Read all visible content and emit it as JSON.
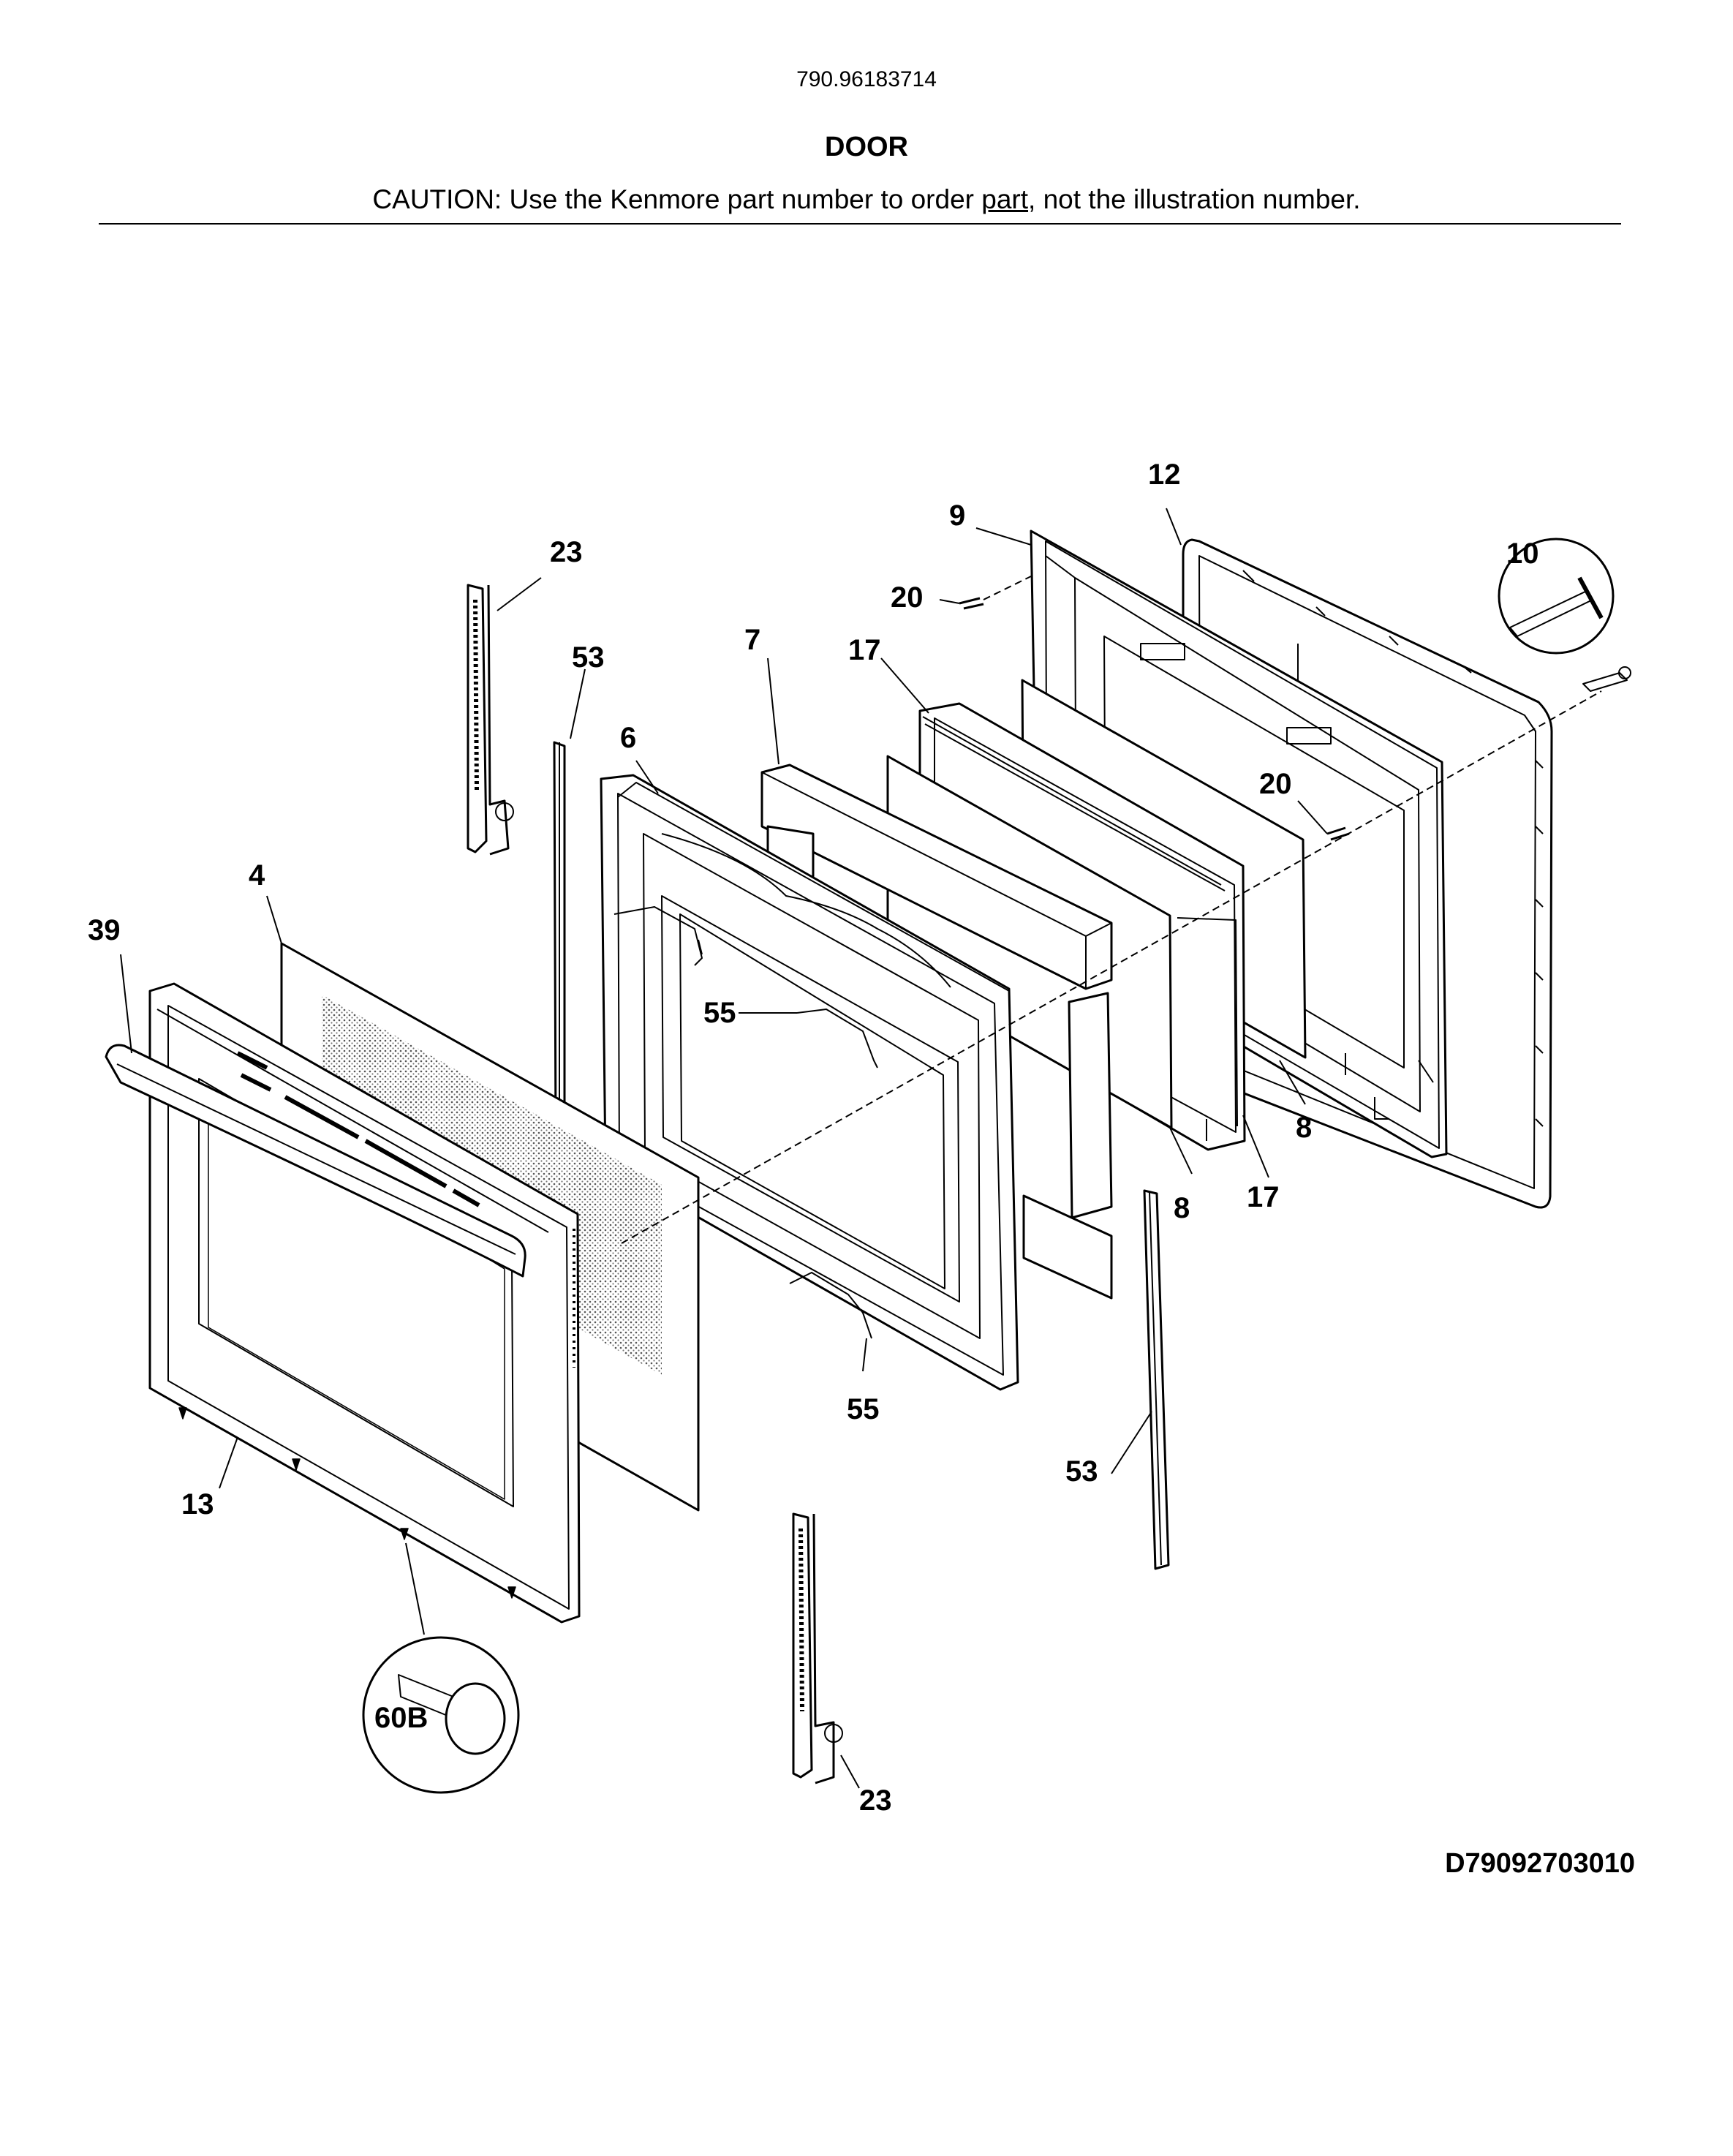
{
  "header": {
    "model_number": "790.96183714",
    "title": "DOOR",
    "caution_prefix": "CAUTION: Use the Kenmore part number to order ",
    "caution_link": "part",
    "caution_suffix": ", not the illustration number."
  },
  "diagram_code": "D79092703010",
  "callouts": {
    "c12": "12",
    "c9": "9",
    "c10": "10",
    "c23_top": "23",
    "c20_top": "20",
    "c53_top": "53",
    "c7": "7",
    "c17_top": "17",
    "c6": "6",
    "c20_mid": "20",
    "c4": "4",
    "c39": "39",
    "c55_top": "55",
    "c8_right": "8",
    "c17_bottom": "17",
    "c8_bottom": "8",
    "c55_bottom": "55",
    "c53_bottom": "53",
    "c13": "13",
    "c60b": "60B",
    "c23_bottom": "23"
  }
}
